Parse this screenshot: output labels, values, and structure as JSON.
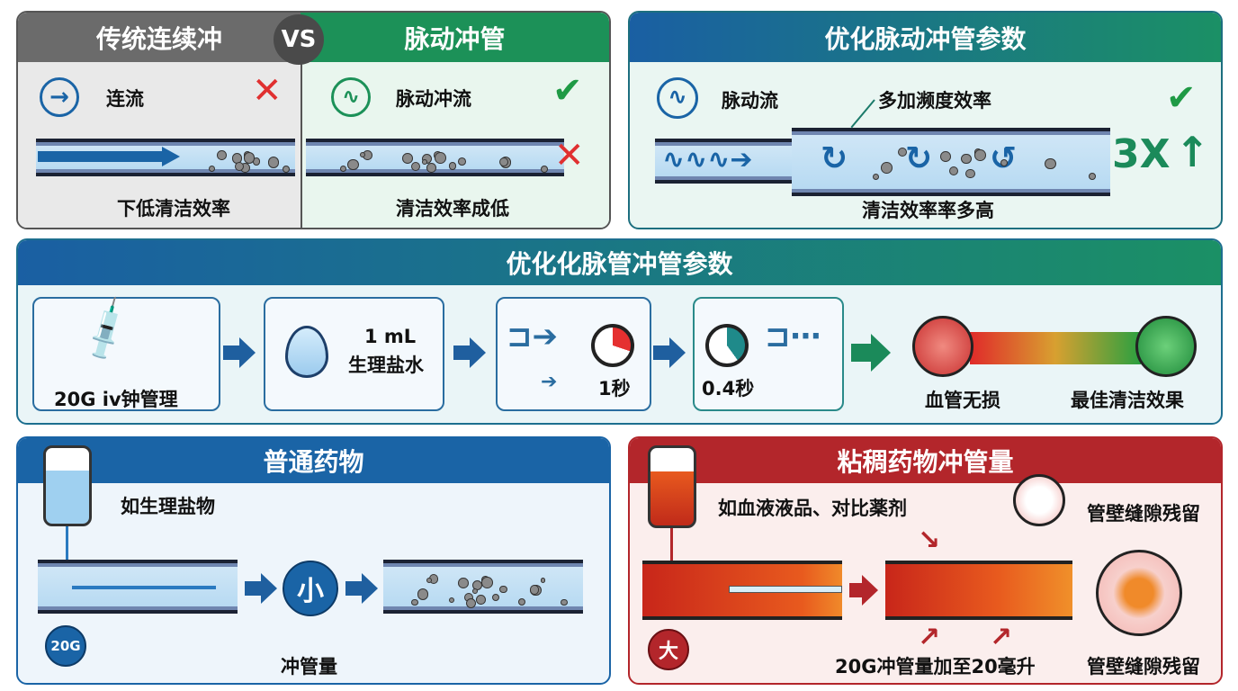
{
  "top_left": {
    "left_title": "传统连续冲",
    "vs": "VS",
    "right_title": "脉动冲管",
    "left_label": "连流",
    "left_caption": "下低清洁效率",
    "right_label": "脉动冲流",
    "right_caption": "清洁效率成低"
  },
  "top_right": {
    "title": "优化脉动冲管参数",
    "flow_label": "脉动流",
    "callout": "多加濒度效率",
    "multiplier": "3X",
    "caption": "清洁效率率多高"
  },
  "middle": {
    "title": "优化化脉管冲管参数",
    "steps": [
      {
        "label": "20G iv钟管理"
      },
      {
        "volume": "1 mL",
        "label": "生理盐水"
      },
      {
        "time": "1秒"
      },
      {
        "time": "0.4秒"
      }
    ],
    "result_left": "血管无损",
    "result_right": "最佳清洁效果"
  },
  "bottom_left": {
    "title": "普通药物",
    "example": "如生理盐物",
    "size": "小",
    "gauge": "20G",
    "caption": "冲管量"
  },
  "bottom_right": {
    "title": "粘稠药物冲管量",
    "example": "如血液液品、对比薬剂",
    "size": "大",
    "caption": "20G冲管量加至20毫升",
    "residue_top": "管壁缝隙残留",
    "residue_bottom": "管壁缝隙残留"
  },
  "colors": {
    "blue": "#1a64a6",
    "green": "#1c9158",
    "gray": "#6b6b6b",
    "red": "#b3262b"
  }
}
